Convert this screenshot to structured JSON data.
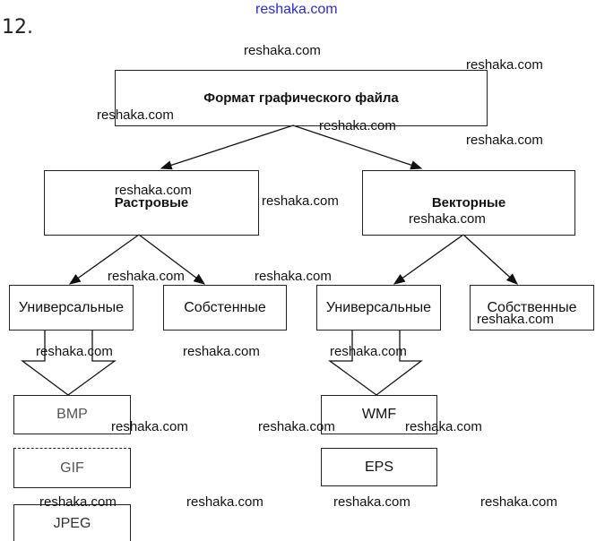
{
  "header": {
    "site": "reshaka.com",
    "task_number": "12."
  },
  "diagram": {
    "root": "Формат графического файла",
    "raster": {
      "label": "Растровые",
      "universal": "Универсальные",
      "own": "Собстенные",
      "formats": [
        "BMP",
        "GIF",
        "JPEG"
      ]
    },
    "vector": {
      "label": "Векторные",
      "universal": "Универсальные",
      "own": "Собственные",
      "formats": [
        "WMF",
        "EPS"
      ]
    }
  },
  "watermark": "reshaka.com"
}
